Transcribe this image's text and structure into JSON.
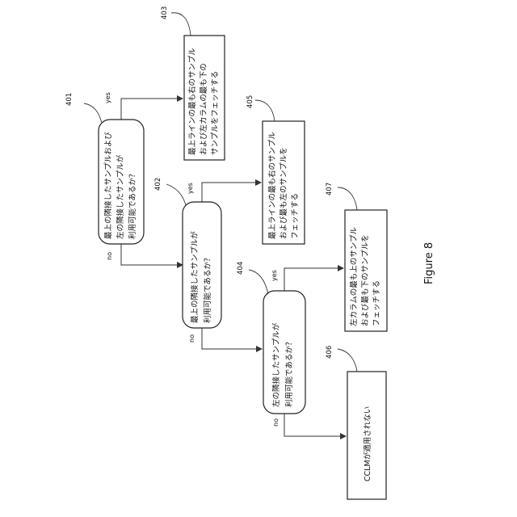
{
  "figure_label": "Figure 8",
  "nodes": {
    "d401": {
      "ref": "401",
      "lines": [
        "最上の隣接したサンプルおよび",
        "左の隣接したサンプルが",
        "利用可能であるか？"
      ]
    },
    "d402": {
      "ref": "402",
      "lines": [
        "最上の隣接したサンプルが",
        "利用可能であるか？"
      ]
    },
    "d404": {
      "ref": "404",
      "lines": [
        "左の隣接したサンプルが",
        "利用可能であるか？"
      ]
    },
    "b403": {
      "ref": "403",
      "lines": [
        "最上ラインの最も右のサンプル",
        "および左カラムの最も下の",
        "サンプルをフェッチする"
      ]
    },
    "b405": {
      "ref": "405",
      "lines": [
        "最上ラインの最も右のサンプル",
        "および最も左のサンプルを",
        "フェッチする"
      ]
    },
    "b407": {
      "ref": "407",
      "lines": [
        "左カラムの最も上のサンプル",
        "および最も下のサンプルを",
        "フェッチする"
      ]
    },
    "b406": {
      "ref": "406",
      "lines": [
        "CCLMが適用されない"
      ]
    }
  },
  "edge_labels": {
    "yes": "yes",
    "no": "no"
  }
}
